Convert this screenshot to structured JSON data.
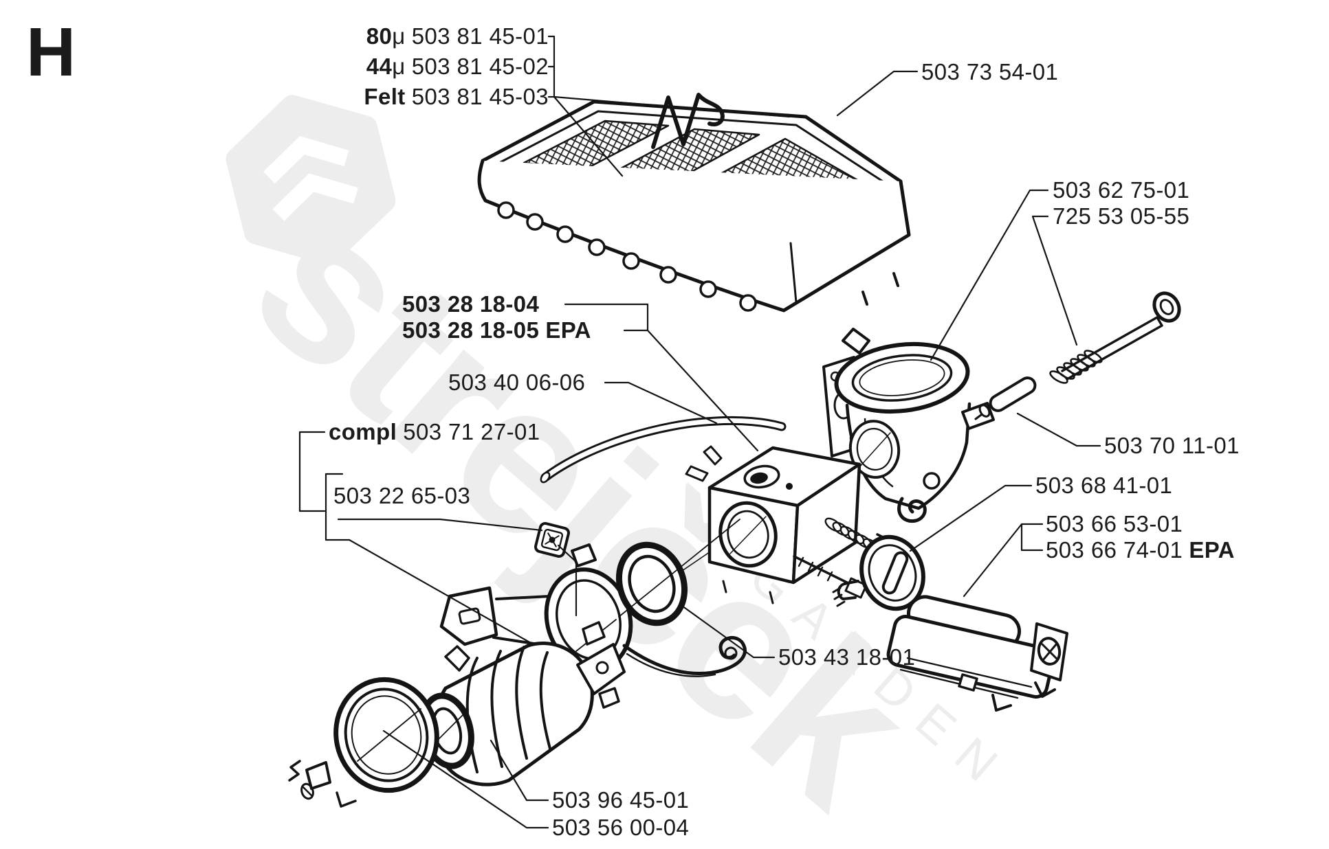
{
  "page": {
    "letter": "H"
  },
  "watermark": {
    "brand": "strejček",
    "word": "GARDEN"
  },
  "labels": {
    "filter_80": {
      "b": "80",
      "mu": "μ",
      "code": "503 81 45-01"
    },
    "filter_44": {
      "b": "44",
      "mu": "μ",
      "code": "503 81 45-02"
    },
    "filter_felt": {
      "b": "Felt",
      "code": "503 81 45-03"
    },
    "clip": {
      "code": "503 73 54-01"
    },
    "carb_std": {
      "code": "503 28 18-04"
    },
    "carb_epa": {
      "code": "503 28 18-05",
      "suffix": "EPA"
    },
    "hose": {
      "code": "503 40 06-06"
    },
    "manifold": {
      "b": "compl",
      "code": "503 71 27-01"
    },
    "gasket": {
      "code": "503 22 65-03"
    },
    "channel": {
      "code": "503 62 75-01"
    },
    "screw": {
      "code": "725 53 05-55"
    },
    "sleeve": {
      "code": "503 70 11-01"
    },
    "cover": {
      "code": "503 68 41-01"
    },
    "pump_std": {
      "code": "503 66 53-01"
    },
    "pump_epa": {
      "code": "503 66 74-01",
      "suffix": "EPA"
    },
    "ring": {
      "code": "503 43 18-01"
    },
    "boot": {
      "code": "503 96 45-01"
    },
    "clamp": {
      "code": "503 56 00-04"
    }
  }
}
